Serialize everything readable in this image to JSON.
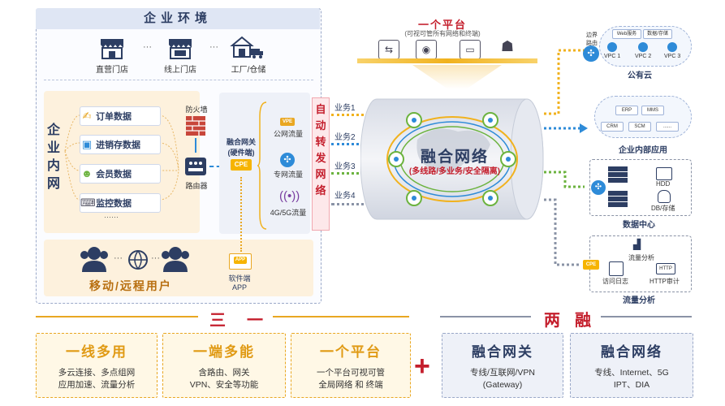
{
  "enterprise": {
    "title": "企业环境",
    "stores": [
      "直营门店",
      "线上门店",
      "工厂/仓储"
    ],
    "dots": "···",
    "lan": {
      "title": "企业内网",
      "items": [
        "订单数据",
        "进销存数据",
        "会员数据",
        "监控数据"
      ],
      "more": "······",
      "firewall": "防火墙",
      "router": "路由器"
    },
    "cpe": {
      "gateway_line1": "融合网关",
      "gateway_line2": "(硬件端)",
      "chip": "CPE",
      "vpe_chip": "VPE",
      "traffic": [
        "公网流量",
        "专网流量",
        "4G/5G流量"
      ]
    },
    "mobile": {
      "title": "移动/远程用户",
      "software_line1": "软件端",
      "software_line2": "APP",
      "app_chip": "APP"
    }
  },
  "auto_forward": "自动转发网络",
  "businesses": [
    "业务1",
    "业务2",
    "业务3",
    "业务4"
  ],
  "platform": {
    "title": "一个平台",
    "subtitle": "(可视可管所有网络和终端)"
  },
  "fusion": {
    "title": "融合网络",
    "subtitle": "(多线路/多业务/安全隔离)"
  },
  "public_cloud": {
    "label": "公有云",
    "edge_router_line1": "边界",
    "edge_router_line2": "路由",
    "tags": [
      "Web服务",
      "数据/存储"
    ],
    "vpcs": [
      "VPC 1",
      "VPC 2",
      "VPC 3"
    ]
  },
  "internal_apps": {
    "label": "企业内部应用",
    "tags": [
      "ERP",
      "MMS",
      "CRM",
      "SCM",
      "......"
    ]
  },
  "datacenter": {
    "label": "数据中心",
    "items": [
      "HDD",
      "DB/存储"
    ]
  },
  "traffic_analysis": {
    "label": "流量分析",
    "chip": "CPE",
    "items": [
      "流量分析",
      "访问日志",
      "HTTP审计"
    ],
    "http_chip": "HTTP"
  },
  "bottom": {
    "three": "三一",
    "two": "两融",
    "plus": "+",
    "cards": [
      {
        "title": "一线多用",
        "lines": [
          "多云连接、多点组网",
          "应用加速、流量分析"
        ]
      },
      {
        "title": "一端多能",
        "lines": [
          "含路由、网关",
          "VPN、安全等功能"
        ]
      },
      {
        "title": "一个平台",
        "lines": [
          "一个平台可视可管",
          "全局网络 和 终端"
        ]
      },
      {
        "title": "融合网关",
        "lines": [
          "专线/互联网/VPN",
          "(Gateway)"
        ]
      },
      {
        "title": "融合网络",
        "lines": [
          "专线、Internet、5G",
          "IPT、DIA"
        ]
      }
    ]
  },
  "colors": {
    "accent_red": "#c41e2c",
    "accent_yellow": "#f1b21e",
    "navy": "#2d3e63",
    "biz1": "#f1b21e",
    "biz2": "#2e8bd8",
    "biz3": "#6cb33f",
    "biz4": "#8a93a6"
  }
}
